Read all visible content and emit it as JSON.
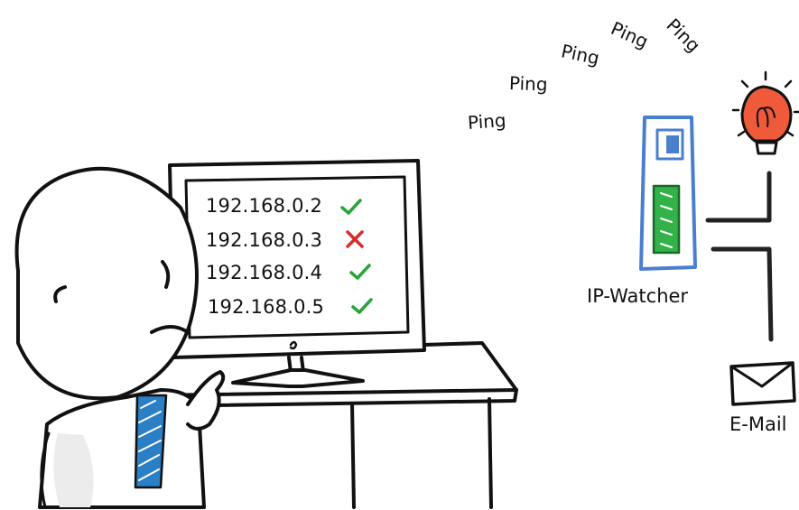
{
  "pings": [
    "Ping",
    "Ping",
    "Ping",
    "Ping",
    "Ping"
  ],
  "monitor": {
    "ips": [
      {
        "address": "192.168.0.2",
        "status": "ok"
      },
      {
        "address": "192.168.0.3",
        "status": "fail"
      },
      {
        "address": "192.168.0.4",
        "status": "ok"
      },
      {
        "address": "192.168.0.5",
        "status": "ok"
      }
    ]
  },
  "device": {
    "label": "IP-Watcher"
  },
  "mail": {
    "label": "E-Mail"
  },
  "icons": {
    "ok": "checkmark-icon",
    "fail": "x-mark-icon",
    "alarm": "light-bulb-icon",
    "mail": "envelope-icon"
  },
  "colors": {
    "ok": "#2aa33a",
    "fail": "#d62c2c",
    "device_outline": "#4a7fd0",
    "device_led": "#33b24a",
    "bulb": "#ee5a3a",
    "tie": "#2b7fc4"
  }
}
